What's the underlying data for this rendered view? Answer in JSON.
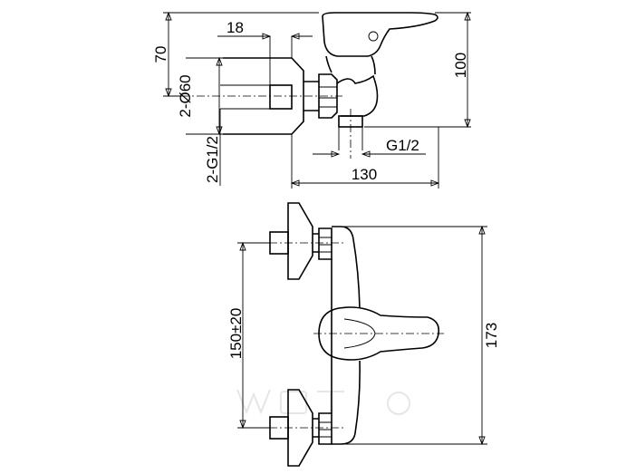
{
  "drawing": {
    "top_view": {
      "dim_handle_height": "70",
      "dim_nut_width": "18",
      "dim_total_height": "100",
      "dim_flange_diameter": "2-Ø60",
      "dim_inlet_thread": "2-G1/2",
      "dim_outlet_thread": "G1/2",
      "dim_depth": "130"
    },
    "front_view": {
      "dim_inlet_spacing": "150±20",
      "dim_body_height": "173"
    }
  }
}
